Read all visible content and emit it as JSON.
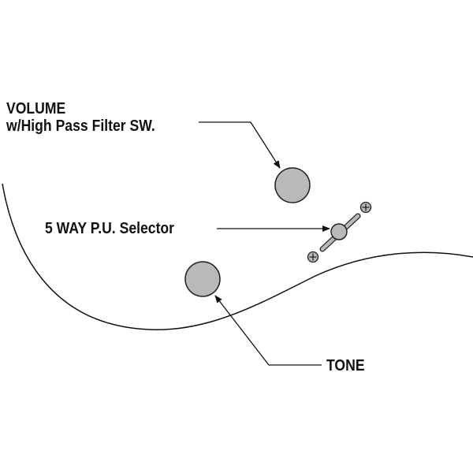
{
  "labels": {
    "volume_line1": "VOLUME",
    "volume_line2": "w/High Pass Filter SW.",
    "selector": "5 WAY P.U. Selector",
    "tone": "TONE"
  },
  "colors": {
    "knob_fill": "#b9b9b9",
    "stroke": "#222222"
  }
}
